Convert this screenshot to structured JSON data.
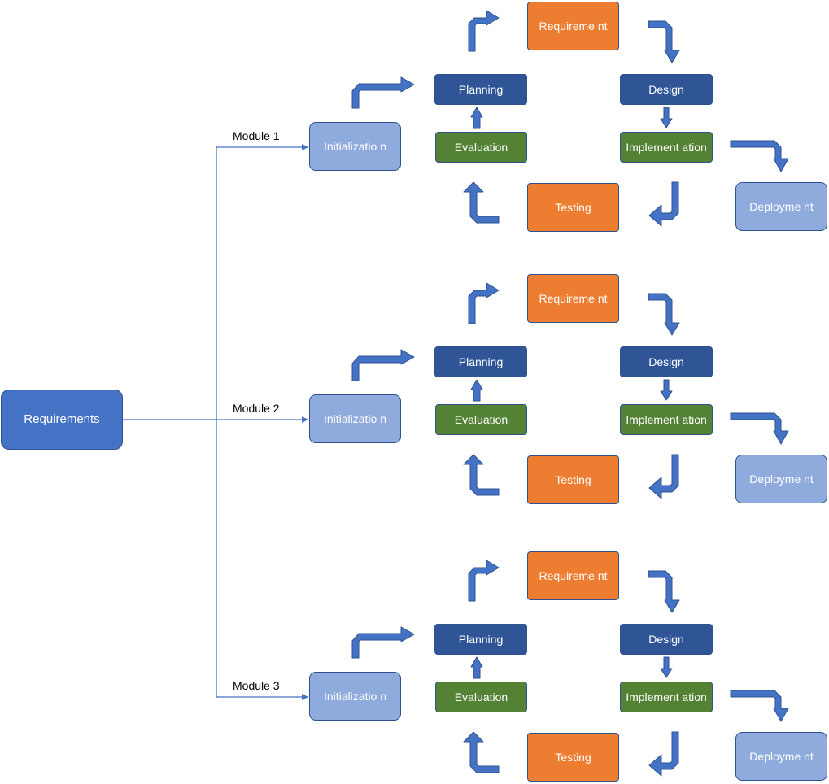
{
  "root": {
    "label": "Requirements"
  },
  "modules": [
    {
      "label": "Module 1",
      "initialization": "Initializatio n",
      "requirement": "Requireme nt",
      "planning": "Planning",
      "design": "Design",
      "evaluation": "Evaluation",
      "implementation": "Implement ation",
      "testing": "Testing",
      "deployment": "Deployme nt"
    },
    {
      "label": "Module 2",
      "initialization": "Initializatio n",
      "requirement": "Requireme nt",
      "planning": "Planning",
      "design": "Design",
      "evaluation": "Evaluation",
      "implementation": "Implement ation",
      "testing": "Testing",
      "deployment": "Deployme nt"
    },
    {
      "label": "Module 3",
      "initialization": "Initializatio n",
      "requirement": "Requireme nt",
      "planning": "Planning",
      "design": "Design",
      "evaluation": "Evaluation",
      "implementation": "Implement ation",
      "testing": "Testing",
      "deployment": "Deployme nt"
    }
  ],
  "colors": {
    "root": "#4472c4",
    "initialization": "#8faadc",
    "deployment": "#8faadc",
    "requirement": "#ed7d31",
    "testing": "#ed7d31",
    "planning": "#2f5597",
    "design": "#2f5597",
    "evaluation": "#548235",
    "implementation": "#548235",
    "arrow_fill": "#4472c4",
    "arrow_stroke": "#2f528f",
    "connector": "#4472c4"
  }
}
